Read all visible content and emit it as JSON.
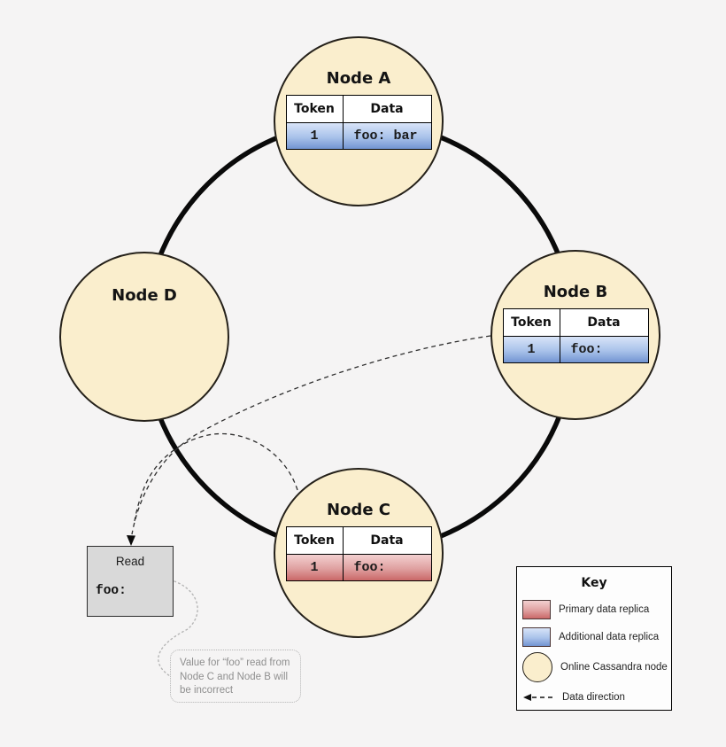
{
  "colors": {
    "background": "#f5f4f4",
    "ring_stroke": "#0a0a0a",
    "node_fill": "#faeecd",
    "node_border": "#25211a",
    "primary_replica_top": "#f3d0d0",
    "primary_replica_bottom": "#ca6868",
    "additional_replica_top": "#d8e4f8",
    "additional_replica_bottom": "#7294d1",
    "read_box_fill": "#d9d9d9"
  },
  "nodes": [
    {
      "id": "a",
      "title": "Node A",
      "table": {
        "headers": [
          "Token",
          "Data"
        ],
        "row": {
          "token": "1",
          "data": "foo: bar"
        },
        "replica": "additional"
      }
    },
    {
      "id": "b",
      "title": "Node B",
      "table": {
        "headers": [
          "Token",
          "Data"
        ],
        "row": {
          "token": "1",
          "data": "foo:"
        },
        "replica": "additional"
      }
    },
    {
      "id": "c",
      "title": "Node C",
      "table": {
        "headers": [
          "Token",
          "Data"
        ],
        "row": {
          "token": "1",
          "data": "foo:"
        },
        "replica": "primary"
      }
    },
    {
      "id": "d",
      "title": "Node D"
    }
  ],
  "read_box": {
    "title": "Read",
    "value": "foo:"
  },
  "note": {
    "lines": [
      "Value for “foo” read from",
      "Node C and Node B will",
      "be incorrect"
    ]
  },
  "key": {
    "title": "Key",
    "items": [
      {
        "swatch": "primary-data-replica-swatch",
        "label": "Primary data replica"
      },
      {
        "swatch": "additional-data-replica-swatch",
        "label": "Additional data replica"
      },
      {
        "swatch": "online-cassandra-node-swatch",
        "label": "Online Cassandra node"
      },
      {
        "swatch": "data-direction-arrow",
        "label": "Data direction"
      }
    ]
  }
}
